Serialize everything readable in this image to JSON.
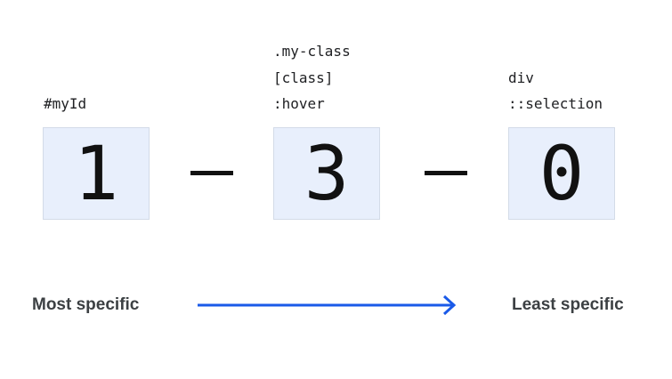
{
  "columns": [
    {
      "selectors": [
        "#myId"
      ],
      "count": "1"
    },
    {
      "selectors": [
        ".my-class",
        "[class]",
        ":hover"
      ],
      "count": "3"
    },
    {
      "selectors": [
        "div",
        "::selection"
      ],
      "count": "0"
    }
  ],
  "labels": {
    "left": "Most specific",
    "right": "Least specific"
  },
  "colors": {
    "box_fill": "#e8effc",
    "arrow": "#1a5ae8"
  }
}
